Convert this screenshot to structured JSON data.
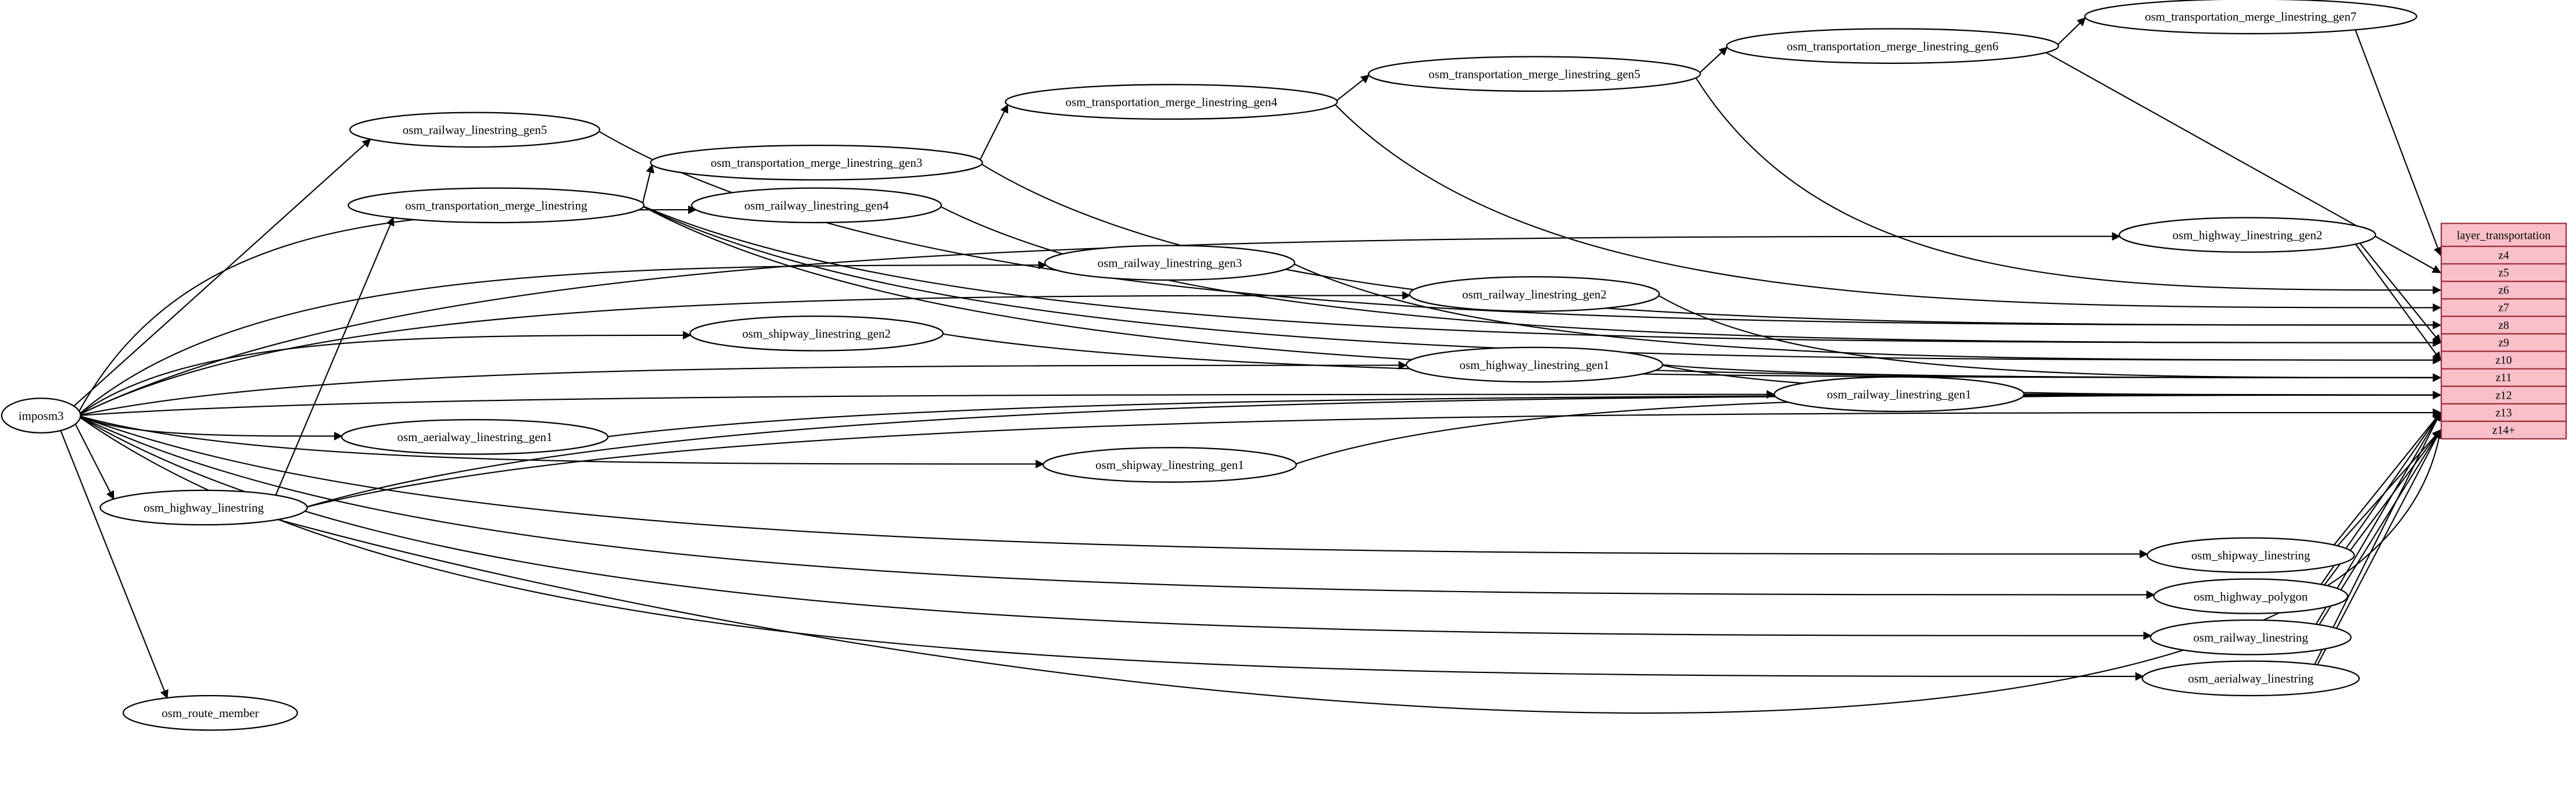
{
  "nodes": {
    "imposm3": "imposm3",
    "osm_railway_linestring_gen5": "osm_railway_linestring_gen5",
    "osm_transportation_merge_linestring": "osm_transportation_merge_linestring",
    "osm_transportation_merge_linestring_gen3": "osm_transportation_merge_linestring_gen3",
    "osm_railway_linestring_gen4": "osm_railway_linestring_gen4",
    "osm_transportation_merge_linestring_gen4": "osm_transportation_merge_linestring_gen4",
    "osm_transportation_merge_linestring_gen5": "osm_transportation_merge_linestring_gen5",
    "osm_transportation_merge_linestring_gen6": "osm_transportation_merge_linestring_gen6",
    "osm_transportation_merge_linestring_gen7": "osm_transportation_merge_linestring_gen7",
    "osm_highway_linestring_gen2": "osm_highway_linestring_gen2",
    "osm_railway_linestring_gen3": "osm_railway_linestring_gen3",
    "osm_railway_linestring_gen2": "osm_railway_linestring_gen2",
    "osm_shipway_linestring_gen2": "osm_shipway_linestring_gen2",
    "osm_highway_linestring_gen1": "osm_highway_linestring_gen1",
    "osm_railway_linestring_gen1": "osm_railway_linestring_gen1",
    "osm_aerialway_linestring_gen1": "osm_aerialway_linestring_gen1",
    "osm_shipway_linestring_gen1": "osm_shipway_linestring_gen1",
    "osm_highway_linestring": "osm_highway_linestring",
    "osm_shipway_linestring": "osm_shipway_linestring",
    "osm_highway_polygon": "osm_highway_polygon",
    "osm_railway_linestring": "osm_railway_linestring",
    "osm_aerialway_linestring": "osm_aerialway_linestring",
    "osm_route_member": "osm_route_member"
  },
  "table": {
    "title": "layer_transportation",
    "rows": [
      "z4",
      "z5",
      "z6",
      "z7",
      "z8",
      "z9",
      "z10",
      "z11",
      "z12",
      "z13",
      "z14+"
    ]
  },
  "colors": {
    "table_fill": "#f9c0ca",
    "table_stroke": "#9e3039",
    "node_fill": "#ffffff",
    "node_stroke": "#000000",
    "edge": "#000000"
  },
  "edges": [
    {
      "from": "imposm3",
      "to": "osm_railway_linestring_gen5"
    },
    {
      "from": "imposm3",
      "to": "osm_railway_linestring_gen4"
    },
    {
      "from": "imposm3",
      "to": "osm_railway_linestring_gen3"
    },
    {
      "from": "imposm3",
      "to": "osm_railway_linestring_gen2"
    },
    {
      "from": "imposm3",
      "to": "osm_railway_linestring_gen1"
    },
    {
      "from": "imposm3",
      "to": "osm_railway_linestring"
    },
    {
      "from": "imposm3",
      "to": "osm_highway_linestring"
    },
    {
      "from": "imposm3",
      "to": "osm_highway_linestring_gen1"
    },
    {
      "from": "imposm3",
      "to": "osm_highway_linestring_gen2"
    },
    {
      "from": "imposm3",
      "to": "osm_highway_polygon"
    },
    {
      "from": "imposm3",
      "to": "osm_shipway_linestring_gen2"
    },
    {
      "from": "imposm3",
      "to": "osm_shipway_linestring_gen1"
    },
    {
      "from": "imposm3",
      "to": "osm_shipway_linestring"
    },
    {
      "from": "imposm3",
      "to": "osm_aerialway_linestring_gen1"
    },
    {
      "from": "imposm3",
      "to": "osm_aerialway_linestring"
    },
    {
      "from": "imposm3",
      "to": "osm_route_member"
    },
    {
      "from": "osm_highway_linestring",
      "to": "osm_transportation_merge_linestring"
    },
    {
      "from": "osm_transportation_merge_linestring",
      "to": "osm_transportation_merge_linestring_gen3"
    },
    {
      "from": "osm_transportation_merge_linestring_gen3",
      "to": "osm_transportation_merge_linestring_gen4"
    },
    {
      "from": "osm_transportation_merge_linestring_gen4",
      "to": "osm_transportation_merge_linestring_gen5"
    },
    {
      "from": "osm_transportation_merge_linestring_gen5",
      "to": "osm_transportation_merge_linestring_gen6"
    },
    {
      "from": "osm_transportation_merge_linestring_gen6",
      "to": "osm_transportation_merge_linestring_gen7"
    },
    {
      "from": "osm_transportation_merge_linestring_gen7",
      "to": "layer_transportation:z4"
    },
    {
      "from": "osm_transportation_merge_linestring_gen6",
      "to": "layer_transportation:z5"
    },
    {
      "from": "osm_transportation_merge_linestring_gen5",
      "to": "layer_transportation:z6"
    },
    {
      "from": "osm_transportation_merge_linestring_gen4",
      "to": "layer_transportation:z7"
    },
    {
      "from": "osm_transportation_merge_linestring_gen3",
      "to": "layer_transportation:z8"
    },
    {
      "from": "osm_transportation_merge_linestring",
      "to": "layer_transportation:z9"
    },
    {
      "from": "osm_transportation_merge_linestring",
      "to": "layer_transportation:z10"
    },
    {
      "from": "osm_transportation_merge_linestring",
      "to": "layer_transportation:z11"
    },
    {
      "from": "osm_highway_linestring_gen2",
      "to": "layer_transportation:z9"
    },
    {
      "from": "osm_highway_linestring_gen2",
      "to": "layer_transportation:z10"
    },
    {
      "from": "osm_highway_linestring_gen1",
      "to": "layer_transportation:z11"
    },
    {
      "from": "osm_highway_linestring_gen1",
      "to": "layer_transportation:z12"
    },
    {
      "from": "osm_highway_linestring",
      "to": "layer_transportation:z12"
    },
    {
      "from": "osm_highway_linestring",
      "to": "layer_transportation:z13"
    },
    {
      "from": "osm_highway_linestring",
      "to": "layer_transportation:z14+"
    },
    {
      "from": "osm_railway_linestring_gen5",
      "to": "layer_transportation:z8"
    },
    {
      "from": "osm_railway_linestring_gen4",
      "to": "layer_transportation:z9"
    },
    {
      "from": "osm_railway_linestring_gen3",
      "to": "layer_transportation:z10"
    },
    {
      "from": "osm_railway_linestring_gen2",
      "to": "layer_transportation:z11"
    },
    {
      "from": "osm_railway_linestring_gen1",
      "to": "layer_transportation:z12"
    },
    {
      "from": "osm_railway_linestring",
      "to": "layer_transportation:z13"
    },
    {
      "from": "osm_railway_linestring",
      "to": "layer_transportation:z14+"
    },
    {
      "from": "osm_shipway_linestring_gen2",
      "to": "layer_transportation:z11"
    },
    {
      "from": "osm_shipway_linestring_gen1",
      "to": "layer_transportation:z12"
    },
    {
      "from": "osm_shipway_linestring",
      "to": "layer_transportation:z13"
    },
    {
      "from": "osm_shipway_linestring",
      "to": "layer_transportation:z14+"
    },
    {
      "from": "osm_aerialway_linestring_gen1",
      "to": "layer_transportation:z12"
    },
    {
      "from": "osm_aerialway_linestring",
      "to": "layer_transportation:z13"
    },
    {
      "from": "osm_aerialway_linestring",
      "to": "layer_transportation:z14+"
    },
    {
      "from": "osm_highway_polygon",
      "to": "layer_transportation:z13"
    },
    {
      "from": "osm_highway_polygon",
      "to": "layer_transportation:z14+"
    }
  ]
}
